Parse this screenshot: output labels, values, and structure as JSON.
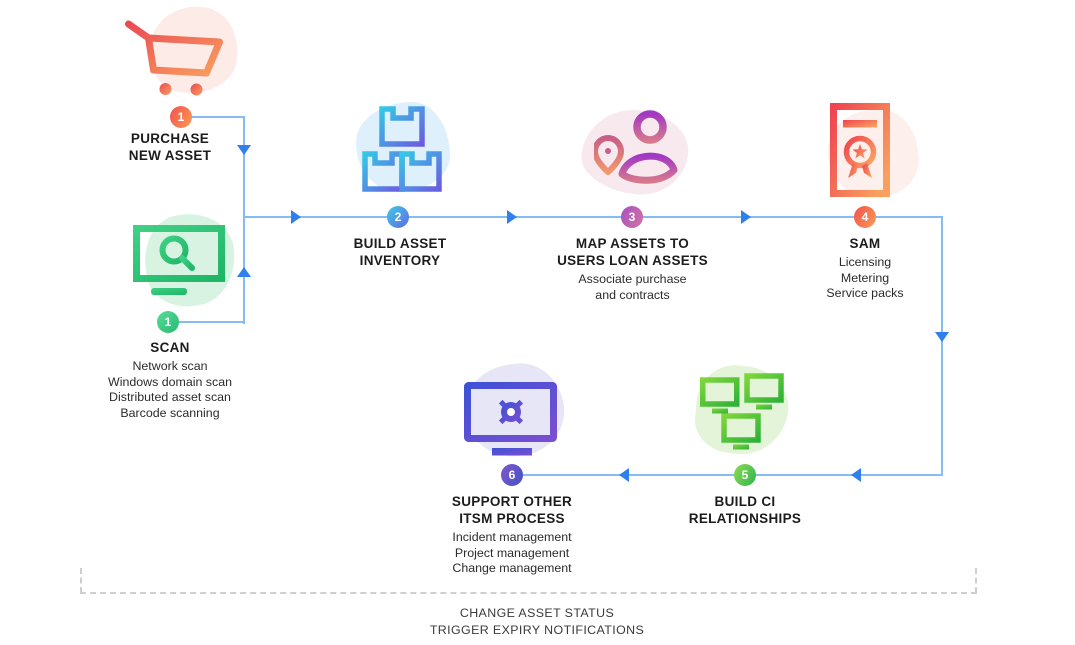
{
  "steps": {
    "purchase": {
      "number": "1",
      "title1": "PURCHASE",
      "title2": "NEW ASSET",
      "icon": "shopping-cart-icon"
    },
    "scan": {
      "number": "1",
      "title1": "SCAN",
      "details": [
        "Network scan",
        "Windows domain scan",
        "Distributed asset scan",
        "Barcode scanning"
      ],
      "icon": "monitor-search-icon"
    },
    "inventory": {
      "number": "2",
      "title1": "BUILD ASSET",
      "title2": "INVENTORY",
      "icon": "stacked-boxes-icon"
    },
    "map_assets": {
      "number": "3",
      "title1": "MAP ASSETS TO",
      "title2": "USERS LOAN ASSETS",
      "details": [
        "Associate purchase",
        "and contracts"
      ],
      "icon": "user-location-pin-icon"
    },
    "sam": {
      "number": "4",
      "title1": "SAM",
      "details": [
        "Licensing",
        "Metering",
        "Service packs"
      ],
      "icon": "certificate-icon"
    },
    "ci": {
      "number": "5",
      "title1": "BUILD CI",
      "title2": "RELATIONSHIPS",
      "icon": "network-monitors-icon"
    },
    "itsm": {
      "number": "6",
      "title1": "SUPPORT OTHER",
      "title2": "ITSM PROCESS",
      "details": [
        "Incident management",
        "Project management",
        "Change management"
      ],
      "icon": "monitor-gear-icon"
    }
  },
  "footer": {
    "line1": "CHANGE ASSET STATUS",
    "line2": "TRIGGER EXPIRY NOTIFICATIONS"
  },
  "colors": {
    "connector_line": "#85bdf2",
    "arrowhead": "#2f80ed",
    "badge_red": "#f1514d",
    "badge_orange": "#fb9b55",
    "badge_green_light": "#58dd9a",
    "badge_green_dark": "#27b96d",
    "badge_lime": "#8edb52",
    "badge_green": "#2eb44f",
    "badge_cyan": "#3fc9e8",
    "badge_blue": "#5f6ae4",
    "badge_purple": "#a551c6",
    "badge_pink": "#d4739f",
    "badge_violet": "#8257cd",
    "badge_indigo": "#4253c6",
    "text_dark": "#1c1c1c",
    "dashed_bracket": "#cfcfcf"
  }
}
